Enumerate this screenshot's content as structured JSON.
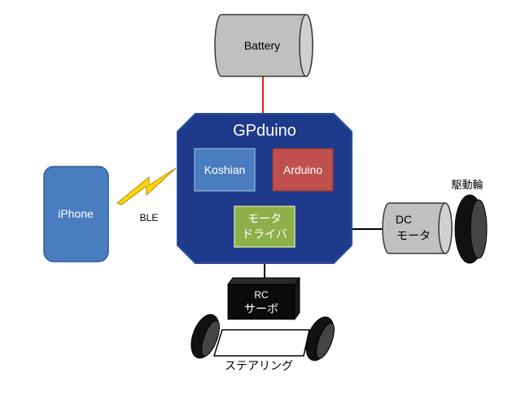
{
  "battery": {
    "label": "Battery"
  },
  "board": {
    "title": "GPduino"
  },
  "koshian": {
    "label": "Koshian"
  },
  "arduino": {
    "label": "Arduino"
  },
  "motor_driver": {
    "line1": "モータ",
    "line2": "ドライバ"
  },
  "iphone": {
    "label": "iPhone"
  },
  "ble": {
    "label": "BLE"
  },
  "dc_motor": {
    "line1": "DC",
    "line2": "モータ"
  },
  "drive_wheel": {
    "label": "駆動輪"
  },
  "rc_servo": {
    "line1": "RC",
    "line2": "サーボ"
  },
  "steering": {
    "label": "ステアリング"
  },
  "colors": {
    "board_fill": "#1f3a8a",
    "board_stroke": "#2b4f9e",
    "koshian_fill": "#4a7dbf",
    "arduino_fill": "#c0504d",
    "motor_driver_fill": "#8db14a",
    "iphone_fill": "#4a7dbf",
    "battery_fill": "#c0c0c0",
    "ble_bolt": "#ffd700",
    "battery_wire": "#e02020",
    "wire": "#000000"
  }
}
